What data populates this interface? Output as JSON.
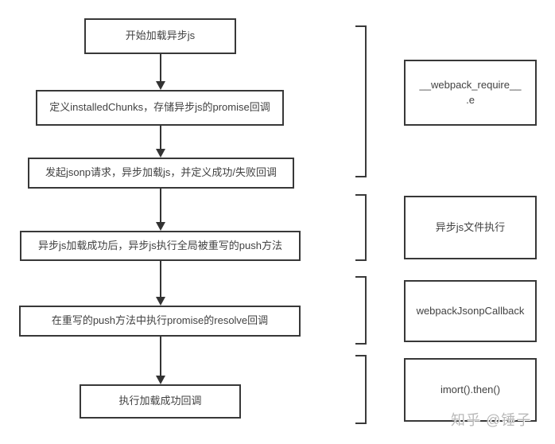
{
  "diagram": {
    "title_hint": "webpack async js loading flowchart",
    "flow_nodes": [
      {
        "label": "开始加载异步js"
      },
      {
        "label": "定义installedChunks，存储异步js的promise回调"
      },
      {
        "label": "发起jsonp请求，异步加载js，并定义成功/失败回调"
      },
      {
        "label": "异步js加载成功后，异步js执行全局被重写的push方法"
      },
      {
        "label": "在重写的push方法中执行promise的resolve回调"
      },
      {
        "label": "执行加载成功回调"
      }
    ],
    "annotations": [
      {
        "label": "__webpack_require__\n.e"
      },
      {
        "label": "异步js文件执行"
      },
      {
        "label": "webpackJsonpCallback"
      },
      {
        "label": "imort().then()"
      }
    ],
    "watermark": "知乎 @锤子",
    "colors": {
      "border": "#383838",
      "arrow": "#333333",
      "text": "#424242",
      "watermark": "#bababa",
      "background": "#ffffff"
    }
  }
}
